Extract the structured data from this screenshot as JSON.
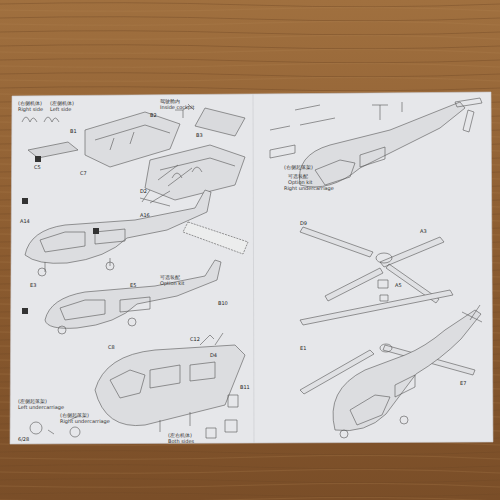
{
  "diagram": {
    "labels": [
      "(右侧机体)",
      "Right side",
      "(左侧机体)",
      "Left side",
      "驾驶舱内",
      "Inside cockpit",
      "B1",
      "B2",
      "B3",
      "C5",
      "C7",
      "D2",
      "A14",
      "A16",
      "可选装配",
      "Option kit",
      "E3",
      "E5",
      "B10",
      "C12",
      "(右侧起落架)",
      "可选装配",
      "Option kit",
      "Right undercarriage",
      "D9",
      "A3",
      "A5",
      "E1",
      "E7",
      "(左侧起落架)",
      "Left undercarriage",
      "(右侧起落架)",
      "Right undercarriage",
      "(左右机体)",
      "Both sides",
      "B11",
      "C8",
      "D4",
      "6/28"
    ]
  }
}
